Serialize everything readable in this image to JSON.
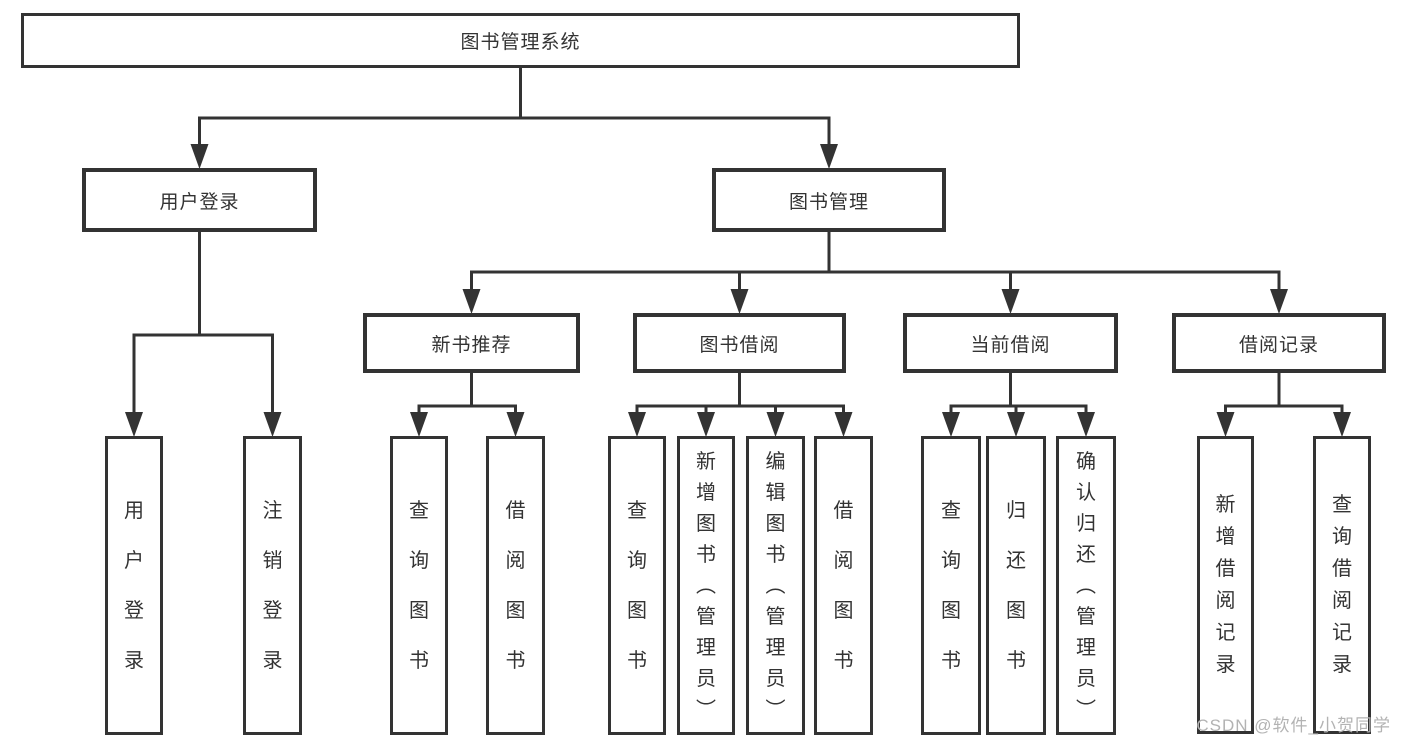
{
  "diagram": {
    "title": "图书管理系统",
    "nodes": [
      {
        "id": "root",
        "label": "图书管理系统",
        "parent": null
      },
      {
        "id": "user-login",
        "label": "用户登录",
        "parent": "root"
      },
      {
        "id": "book-mgmt",
        "label": "图书管理",
        "parent": "root"
      },
      {
        "id": "new-book-rec",
        "label": "新书推荐",
        "parent": "book-mgmt"
      },
      {
        "id": "book-borrow",
        "label": "图书借阅",
        "parent": "book-mgmt"
      },
      {
        "id": "current-borrow",
        "label": "当前借阅",
        "parent": "book-mgmt"
      },
      {
        "id": "borrow-record",
        "label": "借阅记录",
        "parent": "book-mgmt"
      },
      {
        "id": "leaf-user-login",
        "label": "用户登录",
        "parent": "user-login"
      },
      {
        "id": "leaf-logout",
        "label": "注销登录",
        "parent": "user-login"
      },
      {
        "id": "leaf-query-book-1",
        "label": "查询图书",
        "parent": "new-book-rec"
      },
      {
        "id": "leaf-borrow-book-1",
        "label": "借阅图书",
        "parent": "new-book-rec"
      },
      {
        "id": "leaf-query-book-2",
        "label": "查询图书",
        "parent": "book-borrow"
      },
      {
        "id": "leaf-add-book",
        "label": "新增图书（管理员）",
        "parent": "book-borrow"
      },
      {
        "id": "leaf-edit-book",
        "label": "编辑图书（管理员）",
        "parent": "book-borrow"
      },
      {
        "id": "leaf-borrow-book-2",
        "label": "借阅图书",
        "parent": "book-borrow"
      },
      {
        "id": "leaf-query-book-3",
        "label": "查询图书",
        "parent": "current-borrow"
      },
      {
        "id": "leaf-return-book",
        "label": "归还图书",
        "parent": "current-borrow"
      },
      {
        "id": "leaf-confirm-return",
        "label": "确认归还（管理员）",
        "parent": "current-borrow"
      },
      {
        "id": "leaf-add-borrow-record",
        "label": "新增借阅记录",
        "parent": "borrow-record"
      },
      {
        "id": "leaf-query-borrow-record",
        "label": "查询借阅记录",
        "parent": "borrow-record"
      }
    ]
  },
  "watermark": {
    "text": "CSDN @软件_小贺同学"
  },
  "colors": {
    "ink": "#333333",
    "watermark_gray": "#b3b3b3",
    "background": "#ffffff"
  }
}
